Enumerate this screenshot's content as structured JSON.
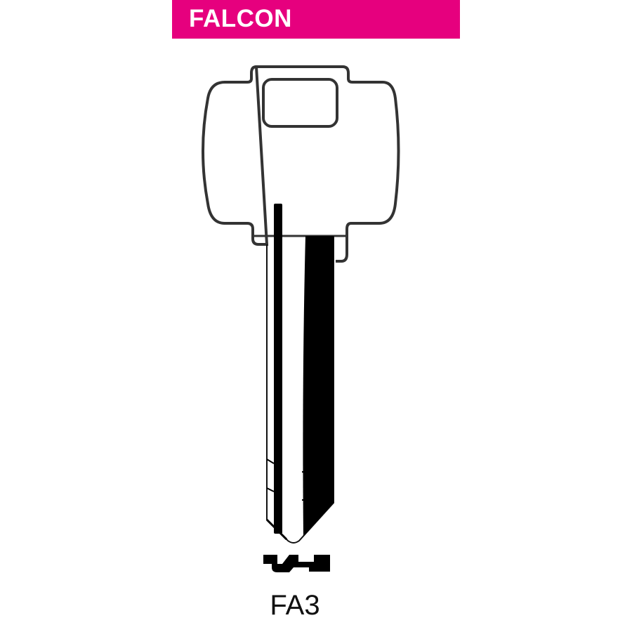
{
  "brand": {
    "name": "FALCON",
    "color": "#e6007e"
  },
  "product": {
    "code": "FA3"
  },
  "icons": {
    "key": "key-blank-outline",
    "profile": "keyway-profile"
  }
}
